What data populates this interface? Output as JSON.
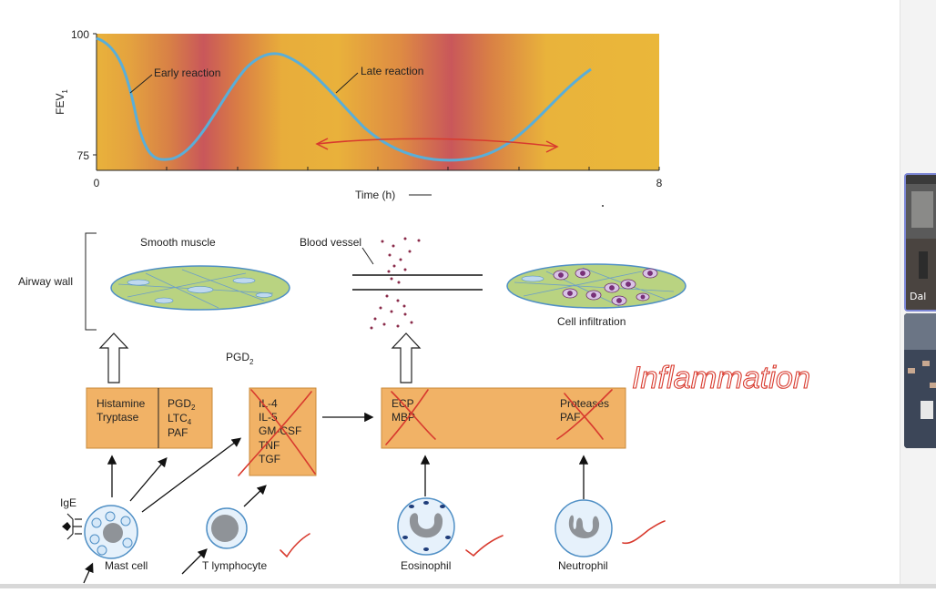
{
  "chart": {
    "ylabel_main": "FEV",
    "ylabel_sub": "1",
    "y_ticks": [
      "100",
      "75"
    ],
    "x_tick_start": "0",
    "x_tick_end": "8",
    "xlabel": "Time (h)",
    "early_label": "Early reaction",
    "late_label": "Late reaction"
  },
  "diagram": {
    "airway_wall": "Airway wall",
    "smooth_muscle": "Smooth muscle",
    "blood_vessel": "Blood vessel",
    "cell_infiltration": "Cell infiltration",
    "pgd2_main": "PGD",
    "pgd2_sub": "2",
    "box1_col1": [
      "Histamine",
      "Tryptase"
    ],
    "box1_col2_line1_main": "PGD",
    "box1_col2_line1_sub": "2",
    "box1_col2_line2_main": "LTC",
    "box1_col2_line2_sub": "4",
    "box1_col2_line3": "PAF",
    "box2_lines": [
      "IL-4",
      "IL-5",
      "GM-CSF",
      "TNF",
      "TGF"
    ],
    "box3_left": [
      "ECP",
      "MBP"
    ],
    "box3_right": [
      "Proteases",
      "PAF"
    ],
    "ige": "IgE",
    "cells": {
      "mast": "Mast cell",
      "tlymph": "T lymphocyte",
      "eosinophil": "Eosinophil",
      "neutrophil": "Neutrophil"
    }
  },
  "annotation": {
    "handwritten": "Inflammation"
  },
  "sidebar": {
    "participant_label": "Dal"
  },
  "colors": {
    "chart_bg": "#e8b33c",
    "band": "#c9575a",
    "curve": "#5aaed8",
    "box": "#f1b266",
    "lens": "#b9d381",
    "ink": "#d83a2e"
  }
}
